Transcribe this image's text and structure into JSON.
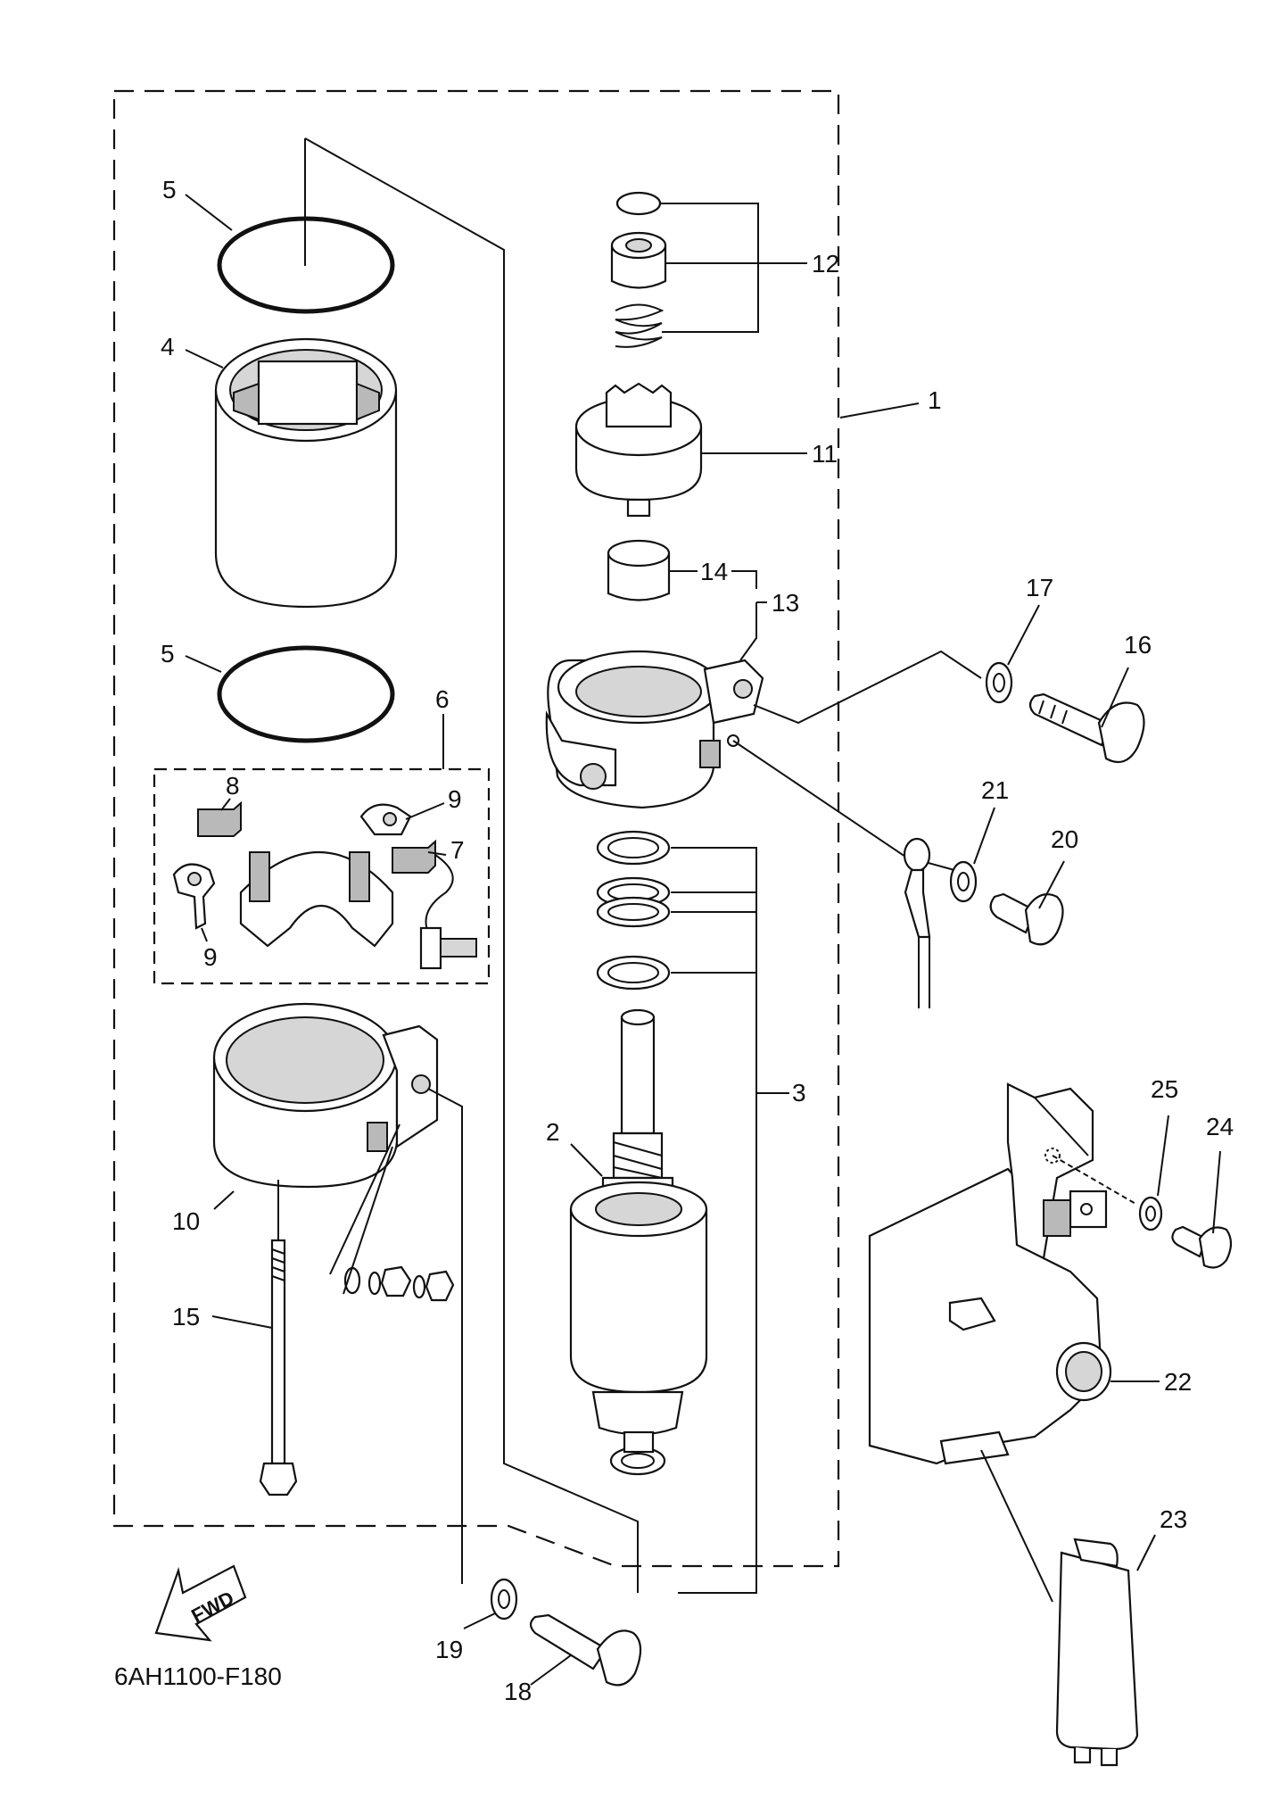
{
  "diagram": {
    "code": "6AH1100-F180",
    "fwd_label": "FWD",
    "callouts": [
      {
        "id": "1",
        "label": "1"
      },
      {
        "id": "2",
        "label": "2"
      },
      {
        "id": "3",
        "label": "3"
      },
      {
        "id": "4",
        "label": "4"
      },
      {
        "id": "5a",
        "label": "5"
      },
      {
        "id": "5b",
        "label": "5"
      },
      {
        "id": "6",
        "label": "6"
      },
      {
        "id": "7",
        "label": "7"
      },
      {
        "id": "8",
        "label": "8"
      },
      {
        "id": "9a",
        "label": "9"
      },
      {
        "id": "9b",
        "label": "9"
      },
      {
        "id": "10",
        "label": "10"
      },
      {
        "id": "11",
        "label": "11"
      },
      {
        "id": "12",
        "label": "12"
      },
      {
        "id": "13",
        "label": "13"
      },
      {
        "id": "14",
        "label": "14"
      },
      {
        "id": "15",
        "label": "15"
      },
      {
        "id": "16",
        "label": "16"
      },
      {
        "id": "17",
        "label": "17"
      },
      {
        "id": "18",
        "label": "18"
      },
      {
        "id": "19",
        "label": "19"
      },
      {
        "id": "20",
        "label": "20"
      },
      {
        "id": "21",
        "label": "21"
      },
      {
        "id": "22",
        "label": "22"
      },
      {
        "id": "23",
        "label": "23"
      },
      {
        "id": "24",
        "label": "24"
      },
      {
        "id": "25",
        "label": "25"
      }
    ]
  }
}
